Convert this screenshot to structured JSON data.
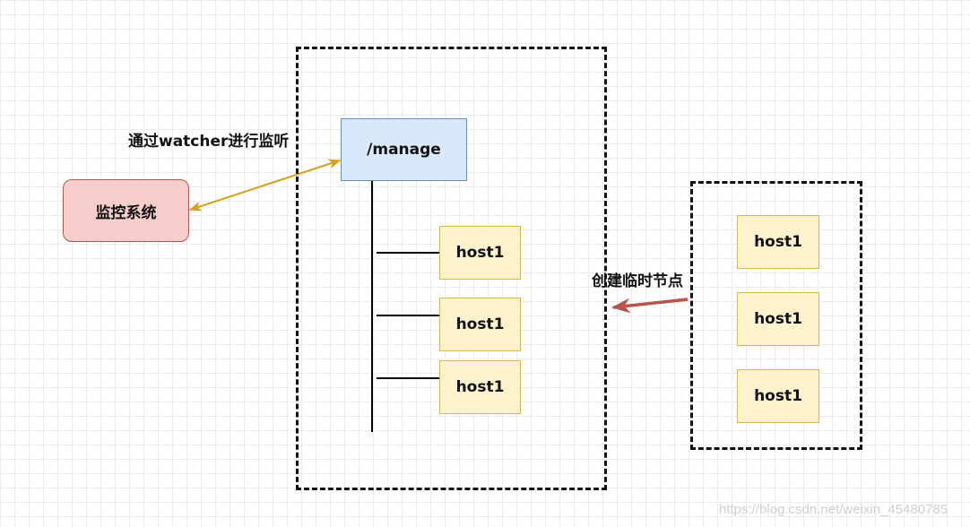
{
  "diagram": {
    "watcher_label": "通过watcher进行监听",
    "create_label": "创建临时节点",
    "monitor_system": "监控系统",
    "manage_node": "/manage",
    "manage_children": [
      "host1",
      "host1",
      "host1"
    ],
    "new_hosts": [
      "host1",
      "host1",
      "host1"
    ],
    "colors": {
      "bidirectional_arrow": "#d6a01e",
      "create_arrow": "#b85450"
    }
  },
  "watermark": "https://blog.csdn.net/weixin_45480785"
}
